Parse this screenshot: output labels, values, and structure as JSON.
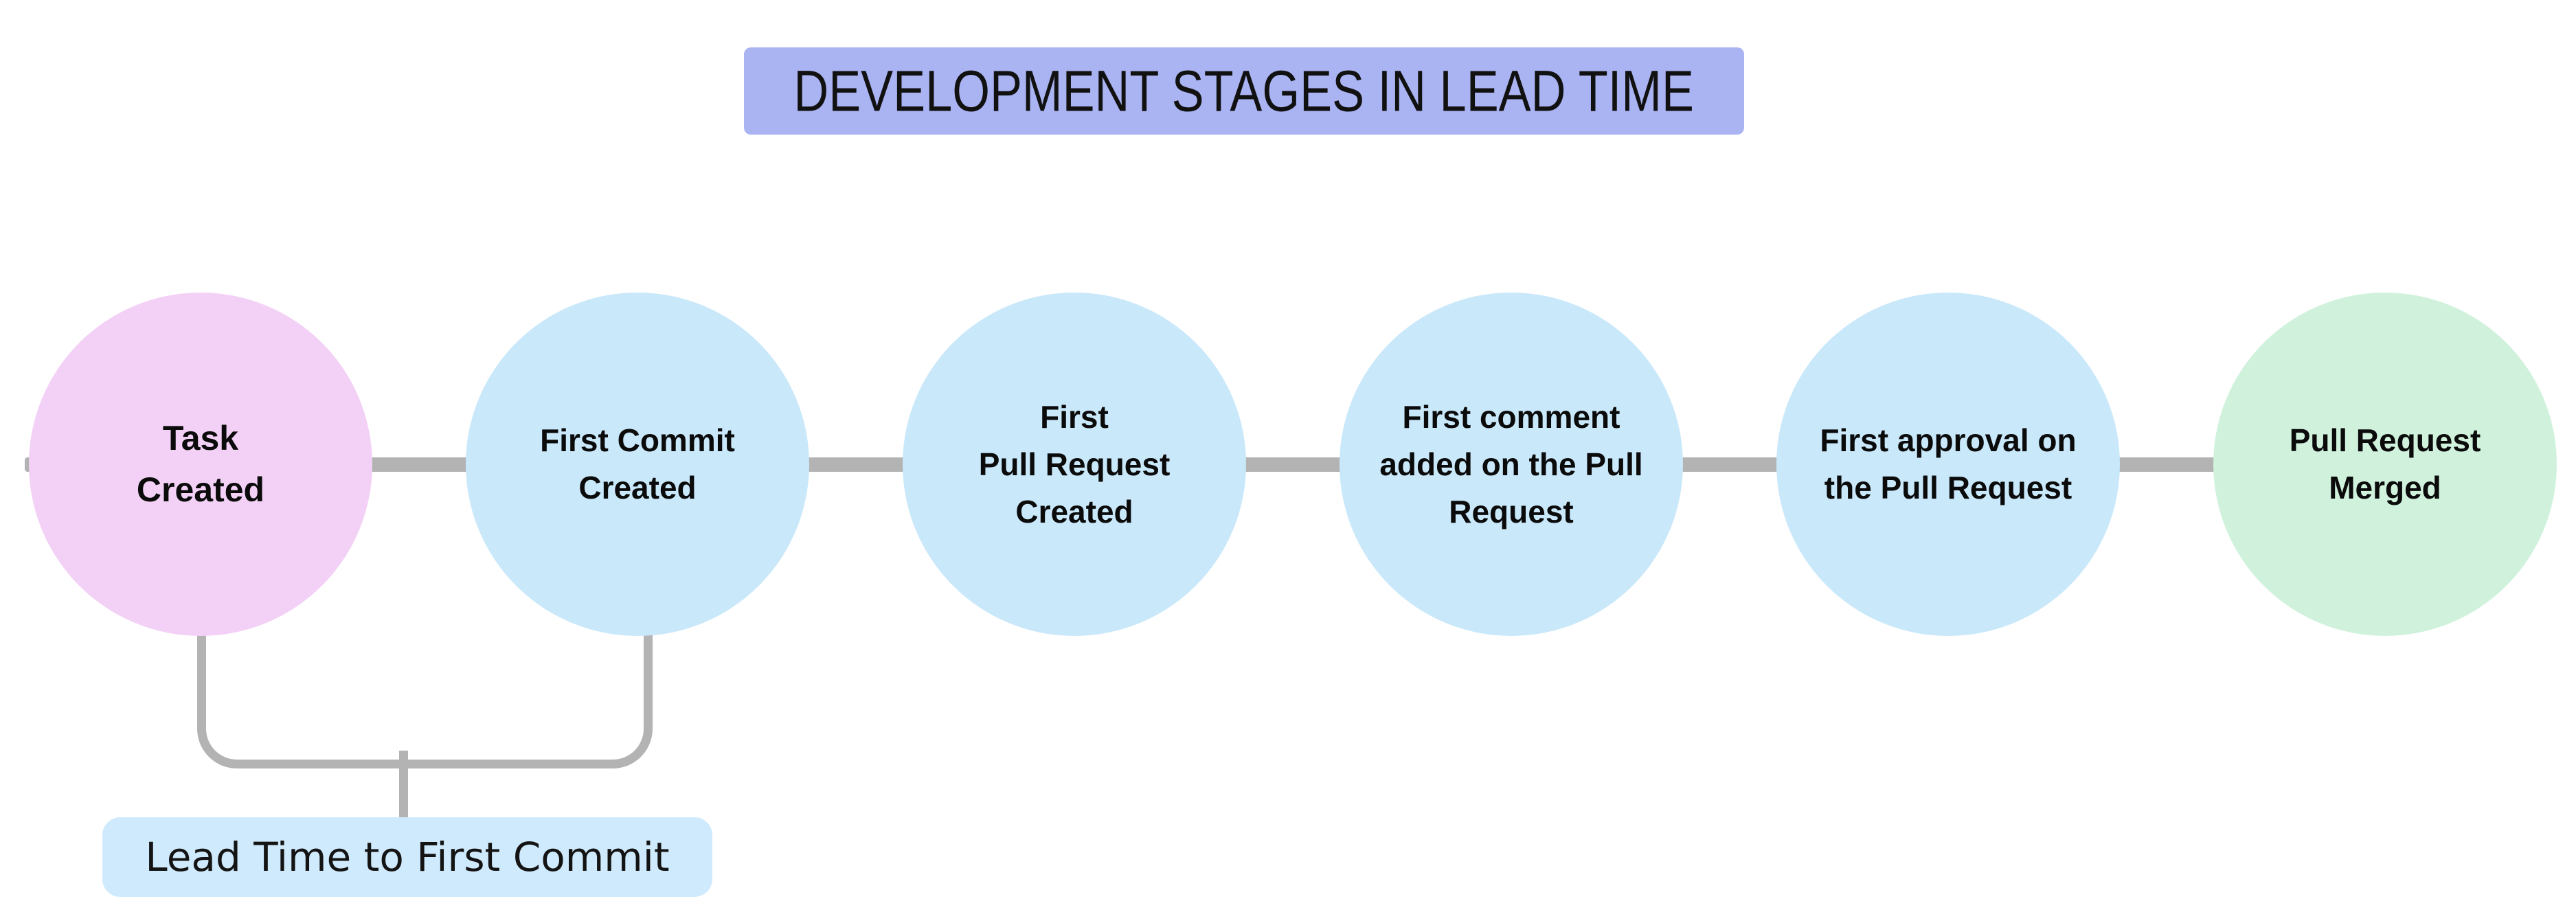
{
  "title": {
    "label": "DEVELOPMENT STAGES IN LEAD TIME"
  },
  "colors": {
    "title_bg": "#aab4f2",
    "stage_pink": "#f3d1f6",
    "stage_blue": "#c9e8fa",
    "stage_green": "#d0f2dd",
    "connector_gray": "#b3b3b3",
    "annotation_bg": "#cfeafc",
    "text": "#111111"
  },
  "stages": [
    {
      "name": "task-created",
      "label": "Task\nCreated",
      "color": "#f3d1f6"
    },
    {
      "name": "first-commit-created",
      "label": "First Commit\nCreated",
      "color": "#c9e8fa"
    },
    {
      "name": "first-pull-request-created",
      "label": "First\nPull Request\nCreated",
      "color": "#c9e8fa"
    },
    {
      "name": "first-comment-added",
      "label": "First comment\nadded on the Pull\nRequest",
      "color": "#c9e8fa"
    },
    {
      "name": "first-approval",
      "label": "First approval on\nthe Pull Request",
      "color": "#c9e8fa"
    },
    {
      "name": "pull-request-merged",
      "label": "Pull Request\nMerged",
      "color": "#d0f2dd"
    }
  ],
  "annotation": {
    "label": "Lead Time to First Commit"
  }
}
